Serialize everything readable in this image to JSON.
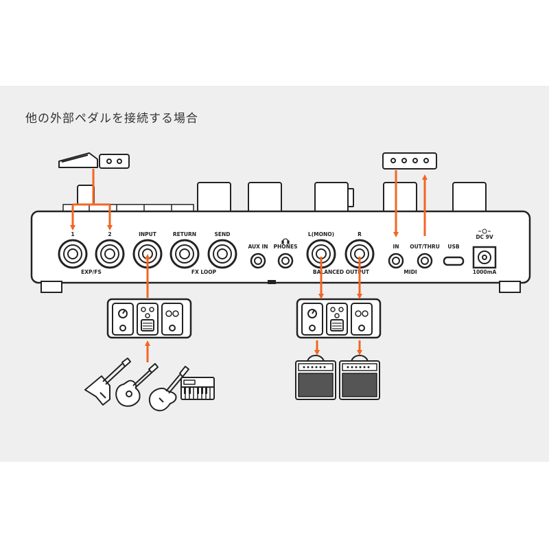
{
  "heading": "他の外部ペダルを接続する場合",
  "colors": {
    "accent": "#f26522",
    "outline": "#222222",
    "panel_bg": "#efefef",
    "device_fill": "#ffffff"
  },
  "device": {
    "ports": {
      "exp1": "1",
      "exp2": "2",
      "input": "INPUT",
      "return": "RETURN",
      "send": "SEND",
      "aux_in": "AUX IN",
      "phones": "PHONES",
      "l_mono": "L(MONO)",
      "r": "R",
      "midi_in": "IN",
      "midi_out_thru": "OUT/THRU",
      "usb": "USB",
      "dc": "DC 9V"
    },
    "group_labels": {
      "exp_fs": "EXP/FS",
      "fx_loop": "FX LOOP",
      "balanced_output": "BALANCED OUTPUT",
      "midi": "MIDI",
      "current": "1000mA"
    }
  },
  "icons": {
    "expression_pedal": "expression-pedal-icon",
    "footswitch_box": "dual-footswitch-icon",
    "midi_device": "midi-controller-icon",
    "effects_chain": "effect-pedals-icon",
    "instruments": "instruments-icon",
    "amplifier": "amplifier-icon"
  }
}
